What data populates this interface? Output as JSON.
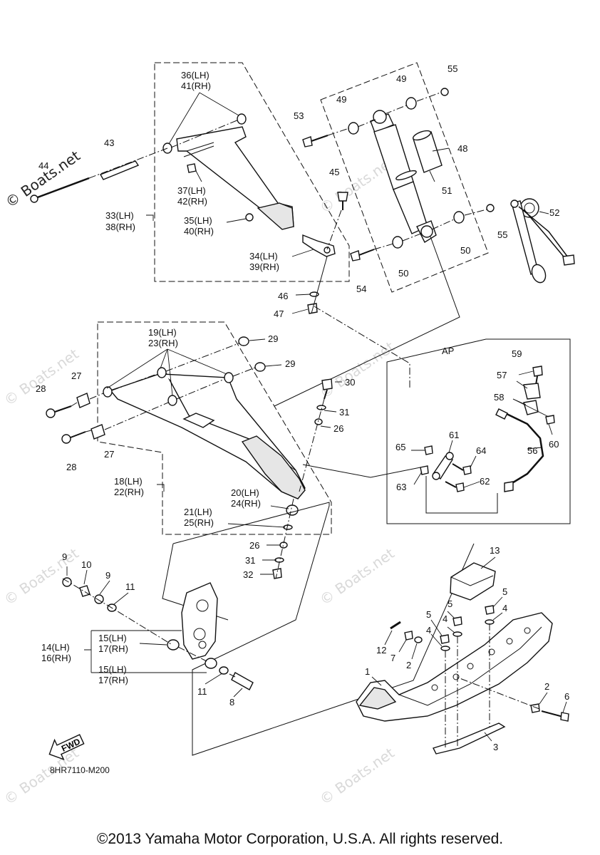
{
  "watermark": {
    "logo_text": "© Boats.net",
    "text": "© Boats.net"
  },
  "diagram_code": "8HR7110-M200",
  "fwd_label": "FWD",
  "ap_label": "AP",
  "footer": "©2013 Yamaha Motor Corporation, U.S.A. All rights reserved.",
  "callouts": {
    "c1": "1",
    "c2a": "2",
    "c2b": "2",
    "c3": "3",
    "c4a": "4",
    "c4b": "4",
    "c4c": "4",
    "c5a": "5",
    "c5b": "5",
    "c5c": "5",
    "c6": "6",
    "c7": "7",
    "c8": "8",
    "c9a": "9",
    "c9b": "9",
    "c10": "10",
    "c11a": "11",
    "c11b": "11",
    "c12": "12",
    "c13": "13",
    "c14": "14(LH)",
    "c16": "16(RH)",
    "c15a": "15(LH)",
    "c17a": "17(RH)",
    "c15b": "15(LH)",
    "c17b": "17(RH)",
    "c18": "18(LH)",
    "c22": "22(RH)",
    "c19": "19(LH)",
    "c23": "23(RH)",
    "c20": "20(LH)",
    "c24": "24(RH)",
    "c21": "21(LH)",
    "c25": "25(RH)",
    "c26a": "26",
    "c26b": "26",
    "c27a": "27",
    "c27b": "27",
    "c28a": "28",
    "c28b": "28",
    "c29a": "29",
    "c29b": "29",
    "c30": "30",
    "c31a": "31",
    "c31b": "31",
    "c32": "32",
    "c33": "33(LH)",
    "c38": "38(RH)",
    "c34": "34(LH)",
    "c39": "39(RH)",
    "c35": "35(LH)",
    "c40": "40(RH)",
    "c36": "36(LH)",
    "c41": "41(RH)",
    "c37": "37(LH)",
    "c42": "42(RH)",
    "c43": "43",
    "c44": "44",
    "c45": "45",
    "c46": "46",
    "c47": "47",
    "c48": "48",
    "c49a": "49",
    "c49b": "49",
    "c50a": "50",
    "c50b": "50",
    "c51": "51",
    "c52": "52",
    "c53": "53",
    "c54": "54",
    "c55a": "55",
    "c55b": "55",
    "c56": "56",
    "c57": "57",
    "c58": "58",
    "c59": "59",
    "c60": "60",
    "c61": "61",
    "c62": "62",
    "c63": "63",
    "c64": "64",
    "c65": "65"
  }
}
